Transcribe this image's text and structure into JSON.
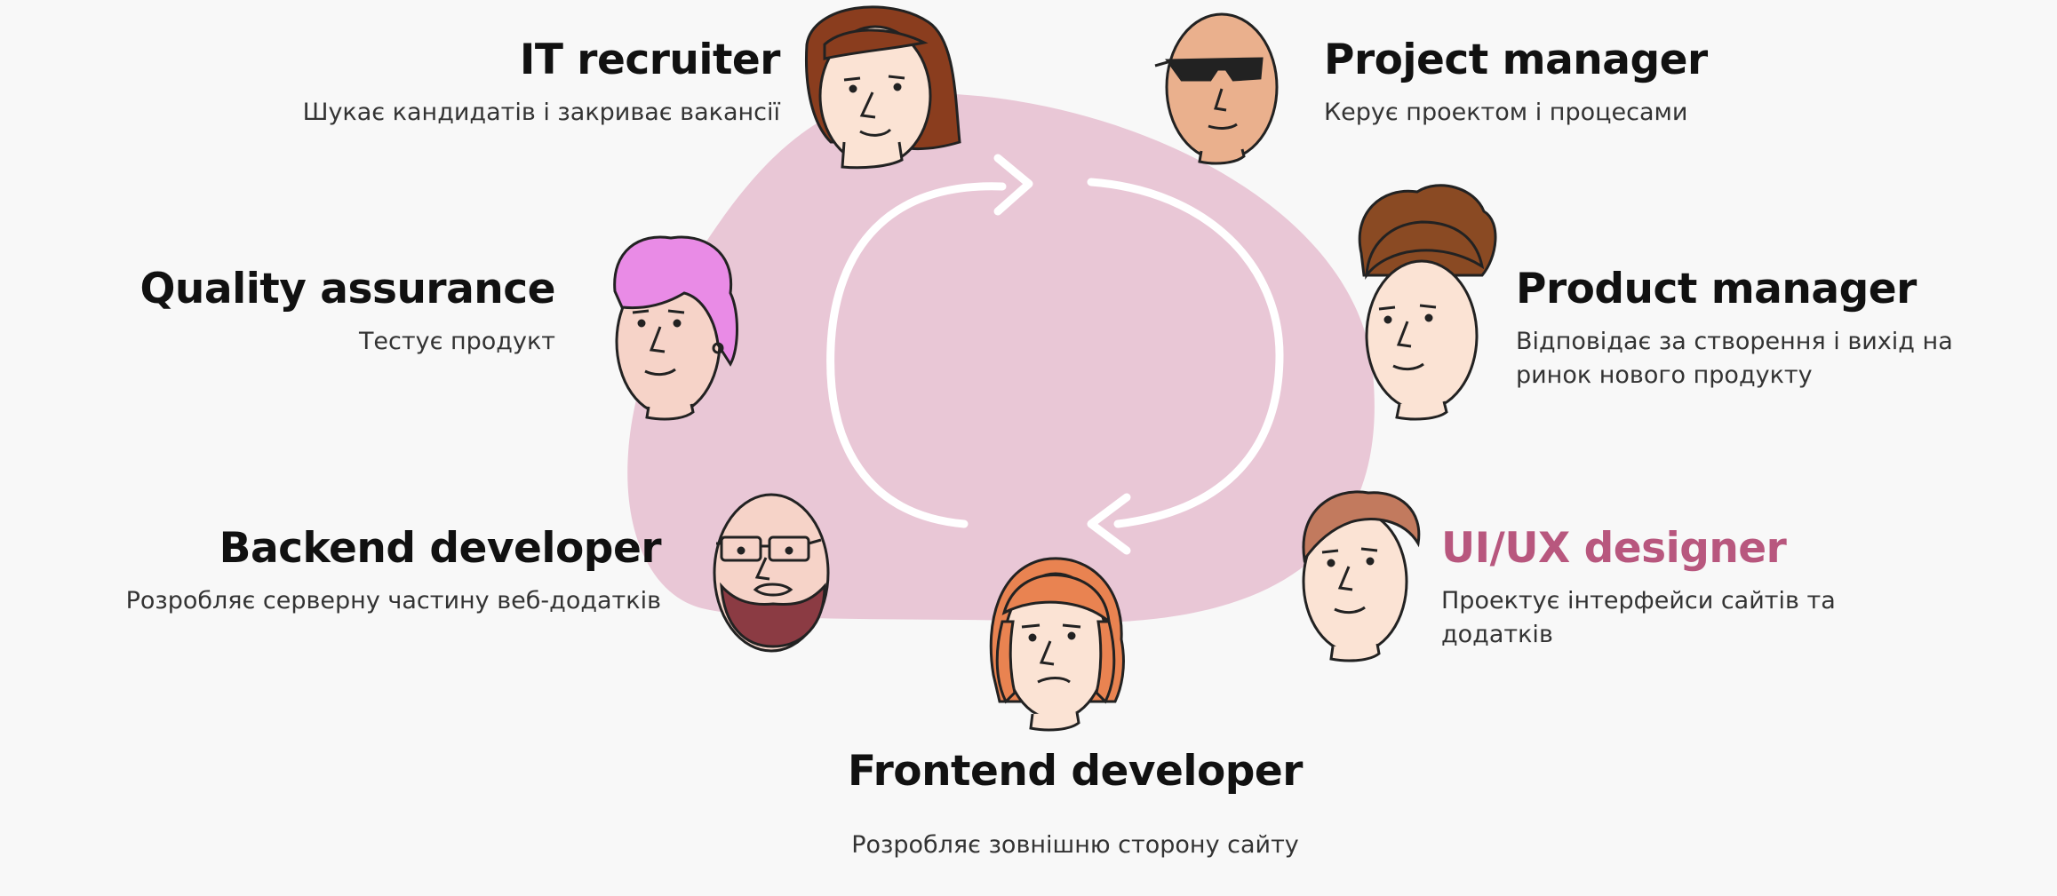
{
  "colors": {
    "background": "#f8f8f8",
    "blob": "#e9c7d6",
    "arrows": "#ffffff",
    "title": "#111111",
    "title_accent": "#b8577e",
    "description": "#333333"
  },
  "roles": {
    "it_recruiter": {
      "title": "IT recruiter",
      "description": "Шукає кандидатів і закриває вакансії"
    },
    "project_manager": {
      "title": "Project manager",
      "description": "Керує проектом і процесами"
    },
    "quality_assurance": {
      "title": "Quality assurance",
      "description": "Тестує продукт"
    },
    "product_manager": {
      "title": "Product manager",
      "description": "Відповідає за створення і вихід на ринок нового продукту"
    },
    "backend_developer": {
      "title": "Backend developer",
      "description": "Розробляє серверну частину веб-додатків"
    },
    "ui_ux_designer": {
      "title": "UI/UX designer",
      "description": "Проектує інтерфейси сайтів та додатків"
    },
    "frontend_developer": {
      "title": "Frontend developer",
      "description": "Розробляє зовнішню сторону сайту"
    }
  },
  "avatars": {
    "it_recruiter": {
      "icon": "woman-auburn-hair-avatar-icon",
      "hair": "#8a3d1e",
      "skin": "#fbe3d4"
    },
    "project_manager": {
      "icon": "bald-man-sunglasses-avatar-icon",
      "skin": "#eab08d"
    },
    "quality_assurance": {
      "icon": "pink-curly-hair-avatar-icon",
      "hair": "#e98be6",
      "skin": "#f6d3c8"
    },
    "product_manager": {
      "icon": "brown-curly-hair-avatar-icon",
      "hair": "#8a4a23",
      "skin": "#fbe3d4"
    },
    "backend_developer": {
      "icon": "bald-bearded-glasses-avatar-icon",
      "beard": "#8b3b43",
      "skin": "#f6d3c8"
    },
    "ui_ux_designer": {
      "icon": "light-brown-hair-avatar-icon",
      "hair": "#c27a5e",
      "skin": "#fbe3d4"
    },
    "frontend_developer": {
      "icon": "orange-curly-hair-avatar-icon",
      "hair": "#e98351",
      "skin": "#fbe3d4"
    }
  }
}
